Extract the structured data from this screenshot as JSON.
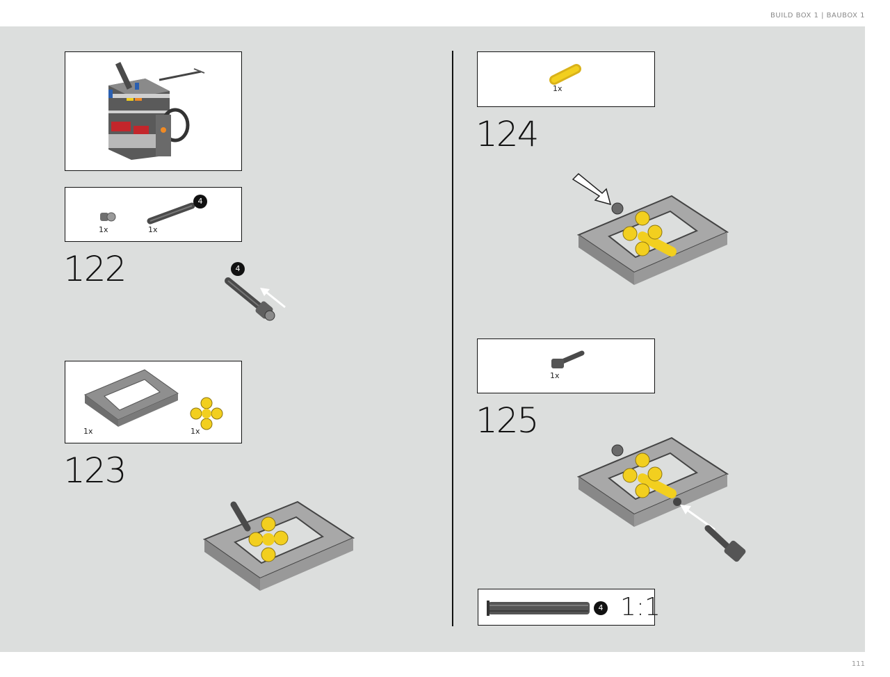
{
  "header": {
    "text": "BUILD BOX 1  |  BAUBOX 1"
  },
  "page": {
    "number": "111"
  },
  "model_preview": {
    "icon": "assembled-model-icon"
  },
  "steps": [
    {
      "number": "122",
      "parts": [
        {
          "qty": "1x",
          "icon": "bush-icon"
        },
        {
          "qty": "1x",
          "icon": "axle-icon",
          "badge": "4"
        }
      ],
      "callout_badge": "4"
    },
    {
      "number": "123",
      "parts": [
        {
          "qty": "1x",
          "icon": "frame-5x7-icon"
        },
        {
          "qty": "1x",
          "icon": "cross-block-icon"
        }
      ]
    },
    {
      "number": "124",
      "parts": [
        {
          "qty": "1x",
          "icon": "yellow-axle-connector-icon"
        }
      ]
    },
    {
      "number": "125",
      "parts": [
        {
          "qty": "1x",
          "icon": "axle-pin-icon"
        }
      ]
    }
  ],
  "scale_ruler": {
    "badge": "4",
    "text": "1:1"
  },
  "colors": {
    "background": "#dcdedd",
    "yellow": "#f2cf1f",
    "gray": "#9c9c9c",
    "dark": "#3a3a3a"
  }
}
